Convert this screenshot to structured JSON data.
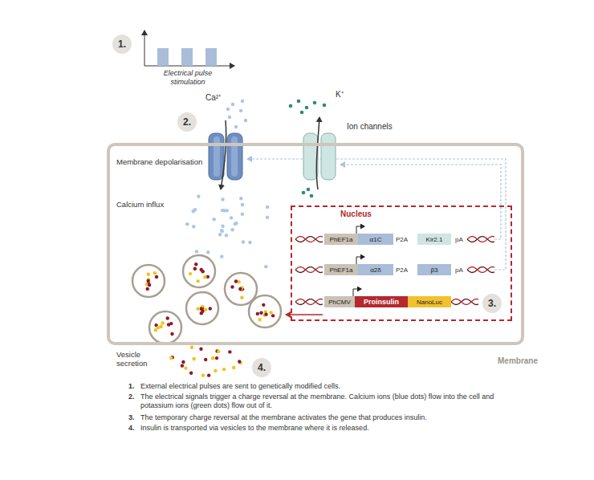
{
  "diagram": {
    "nodes": [
      {
        "text": [
          "1."
        ]
      },
      {
        "text": [
          "2."
        ]
      },
      {
        "text": [
          "Membrane"
        ]
      },
      {
        "text": [
          "Nucleus"
        ],
        "in": 2
      },
      {
        "text": [
          "PhEF1a"
        ],
        "in": 3
      },
      {
        "text": [
          "α1C"
        ],
        "in": 3
      },
      {
        "text": [
          "Kir2.1"
        ],
        "in": 3
      },
      {
        "text": [
          "PhEF1a"
        ],
        "in": 3
      },
      {
        "text": [
          "α2δ"
        ],
        "in": 3
      },
      {
        "text": [
          "β3"
        ],
        "in": 3
      },
      {
        "text": [
          "PhCMV"
        ],
        "in": 3
      },
      {
        "text": [
          "Proinsulin"
        ],
        "in": 3
      },
      {
        "text": [
          "NanoLuc"
        ],
        "in": 3
      },
      {
        "text": [
          "3."
        ],
        "in": 3
      },
      {
        "text": [
          "4."
        ]
      }
    ],
    "labels": [
      "Electrical pulse stimulation",
      "Ca²⁺",
      "K⁺",
      "Ion channels",
      "Membrane depolarisation",
      "Calcium influx",
      "P2A",
      "pA",
      "P2A",
      "pA",
      "Vesicle secretion",
      "1.",
      "External electrical pulses are sent to genetically modified cells.",
      "2.",
      "The electrical signals trigger a charge reversal at the membrane. Calcium ions (blue dots) flow into the cell and potassium ions (green dots) flow out of it.",
      "3.",
      "The temporary charge reversal at the membrane activates the gene that produces insulin.",
      "4.",
      "Insulin is transported via vesicles to the membrane where it is released."
    ]
  }
}
